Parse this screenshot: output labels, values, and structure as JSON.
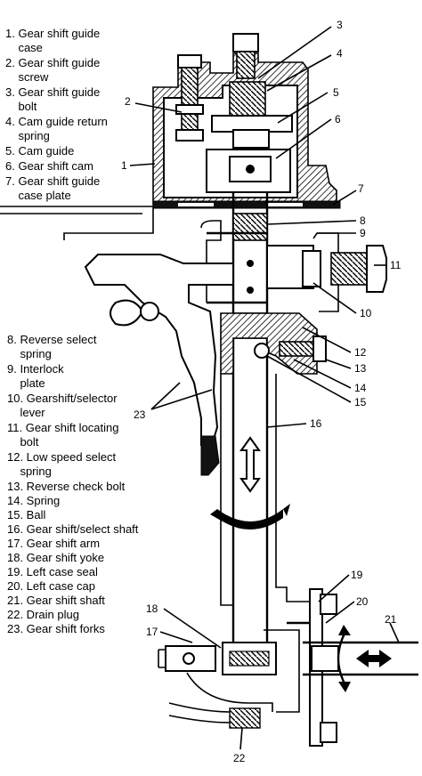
{
  "legend_top": [
    "1. Gear shift guide\n    case",
    "2. Gear shift guide\n    screw",
    "3. Gear shift guide\n    bolt",
    "4. Cam guide return\n    spring",
    "5. Cam guide",
    "6. Gear shift cam",
    "7. Gear shift guide\n    case plate"
  ],
  "legend_bottom": [
    "8. Reverse select\n    spring",
    "9. Interlock\n    plate",
    "10. Gearshift/selector\n    lever",
    "11. Gear shift locating\n    bolt",
    "12. Low speed select\n    spring",
    "13. Reverse check bolt",
    "14. Spring",
    "15. Ball",
    "16. Gear shift/select shaft",
    "17. Gear shift arm",
    "18. Gear shift yoke",
    "19. Left case seal",
    "20. Left case cap",
    "21. Gear shift shaft",
    "22. Drain plug",
    "23. Gear shift forks"
  ],
  "callouts": [
    "1",
    "2",
    "3",
    "4",
    "5",
    "6",
    "7",
    "8",
    "9",
    "10",
    "11",
    "12",
    "13",
    "14",
    "15",
    "16",
    "17",
    "18",
    "19",
    "20",
    "21",
    "22",
    "23"
  ]
}
